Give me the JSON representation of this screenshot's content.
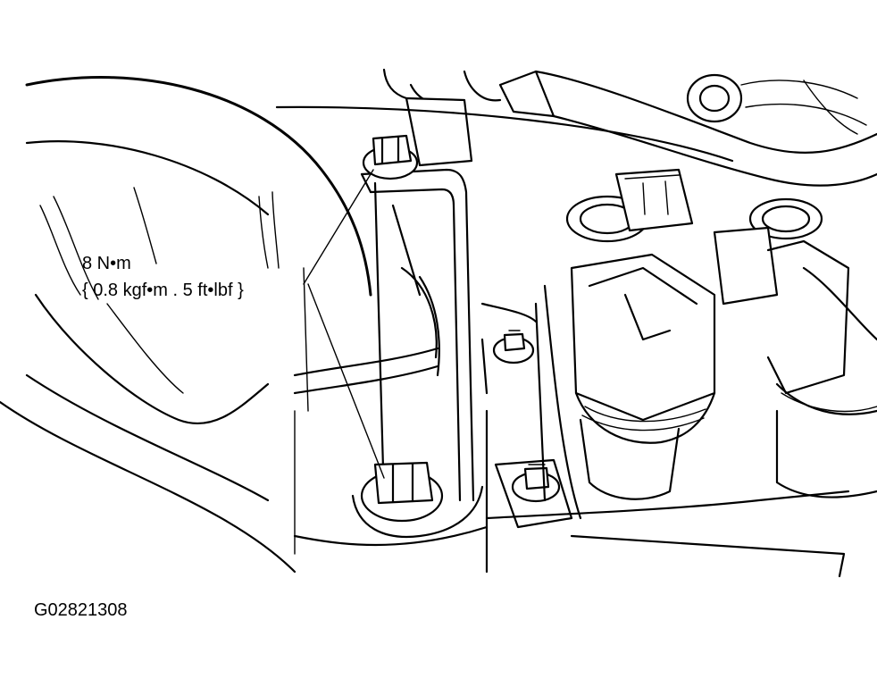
{
  "callout": {
    "torque_value": "8 N•m",
    "torque_conversion": "{ 0.8 kgf•m . 5 ft•lbf }"
  },
  "figure_id": "G02821308",
  "colors": {
    "ink": "#000000",
    "paper": "#ffffff"
  }
}
